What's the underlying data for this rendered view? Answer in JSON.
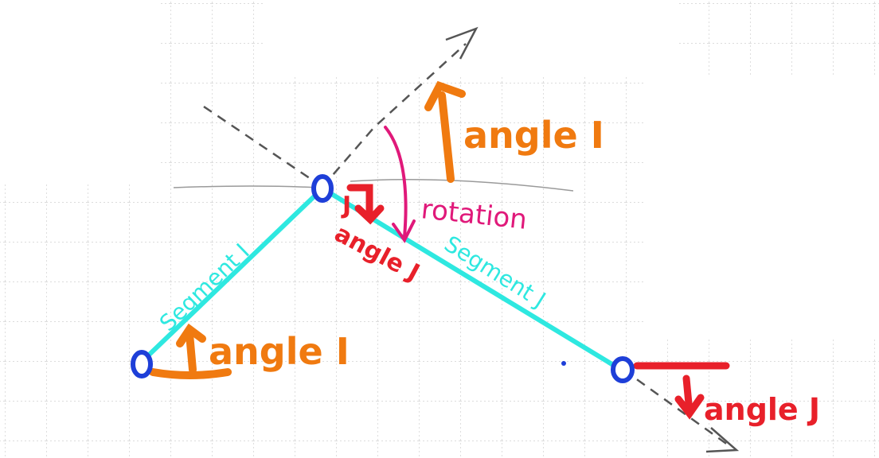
{
  "labels": {
    "angle_i_top": "angle I",
    "angle_i_bottom": "angle I",
    "angle_j_right": "angle J",
    "rotation": "rotation",
    "angle_j_small": "angle J",
    "j_mark": "J",
    "segment_i": "Segment I",
    "segment_j": "Segment J"
  },
  "colors": {
    "segment": "#2EE8E0",
    "joint": "#1E3FD8",
    "angle_i": "#F07A10",
    "angle_j": "#E8202A",
    "rotation": "#E0197A",
    "guide": "#555555",
    "grid": "#C8C8C8"
  }
}
